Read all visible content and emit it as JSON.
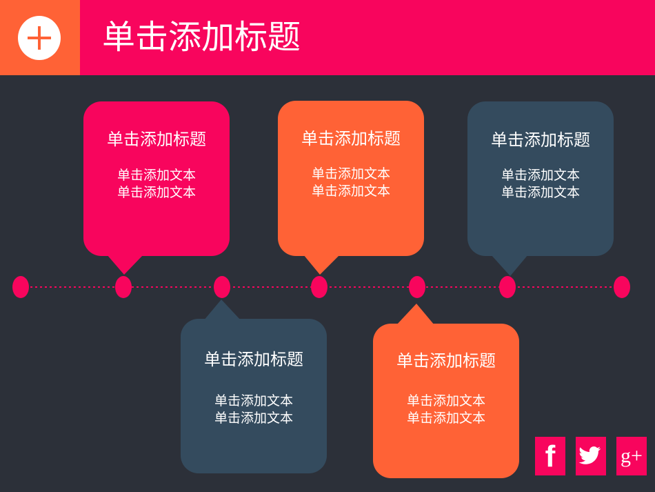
{
  "header": {
    "title": "单击添加标题",
    "logo_icon": "plus-icon"
  },
  "colors": {
    "background": "#2c3039",
    "pink": "#f8055d",
    "orange": "#ff6236",
    "slate": "#344b5e"
  },
  "cards": [
    {
      "title": "单击添加标题",
      "text1": "单击添加文本",
      "text2": "单击添加文本",
      "color": "#f8055d"
    },
    {
      "title": "单击添加标题",
      "text1": "单击添加文本",
      "text2": "单击添加文本",
      "color": "#ff6236"
    },
    {
      "title": "单击添加标题",
      "text1": "单击添加文本",
      "text2": "单击添加文本",
      "color": "#344b5e"
    },
    {
      "title": "单击添加标题",
      "text1": "单击添加文本",
      "text2": "单击添加文本",
      "color": "#344b5e"
    },
    {
      "title": "单击添加标题",
      "text1": "单击添加文本",
      "text2": "单击添加文本",
      "color": "#ff6236"
    }
  ],
  "social": {
    "facebook": "f",
    "twitter_icon": "twitter-bird-icon",
    "googleplus": "g+"
  }
}
